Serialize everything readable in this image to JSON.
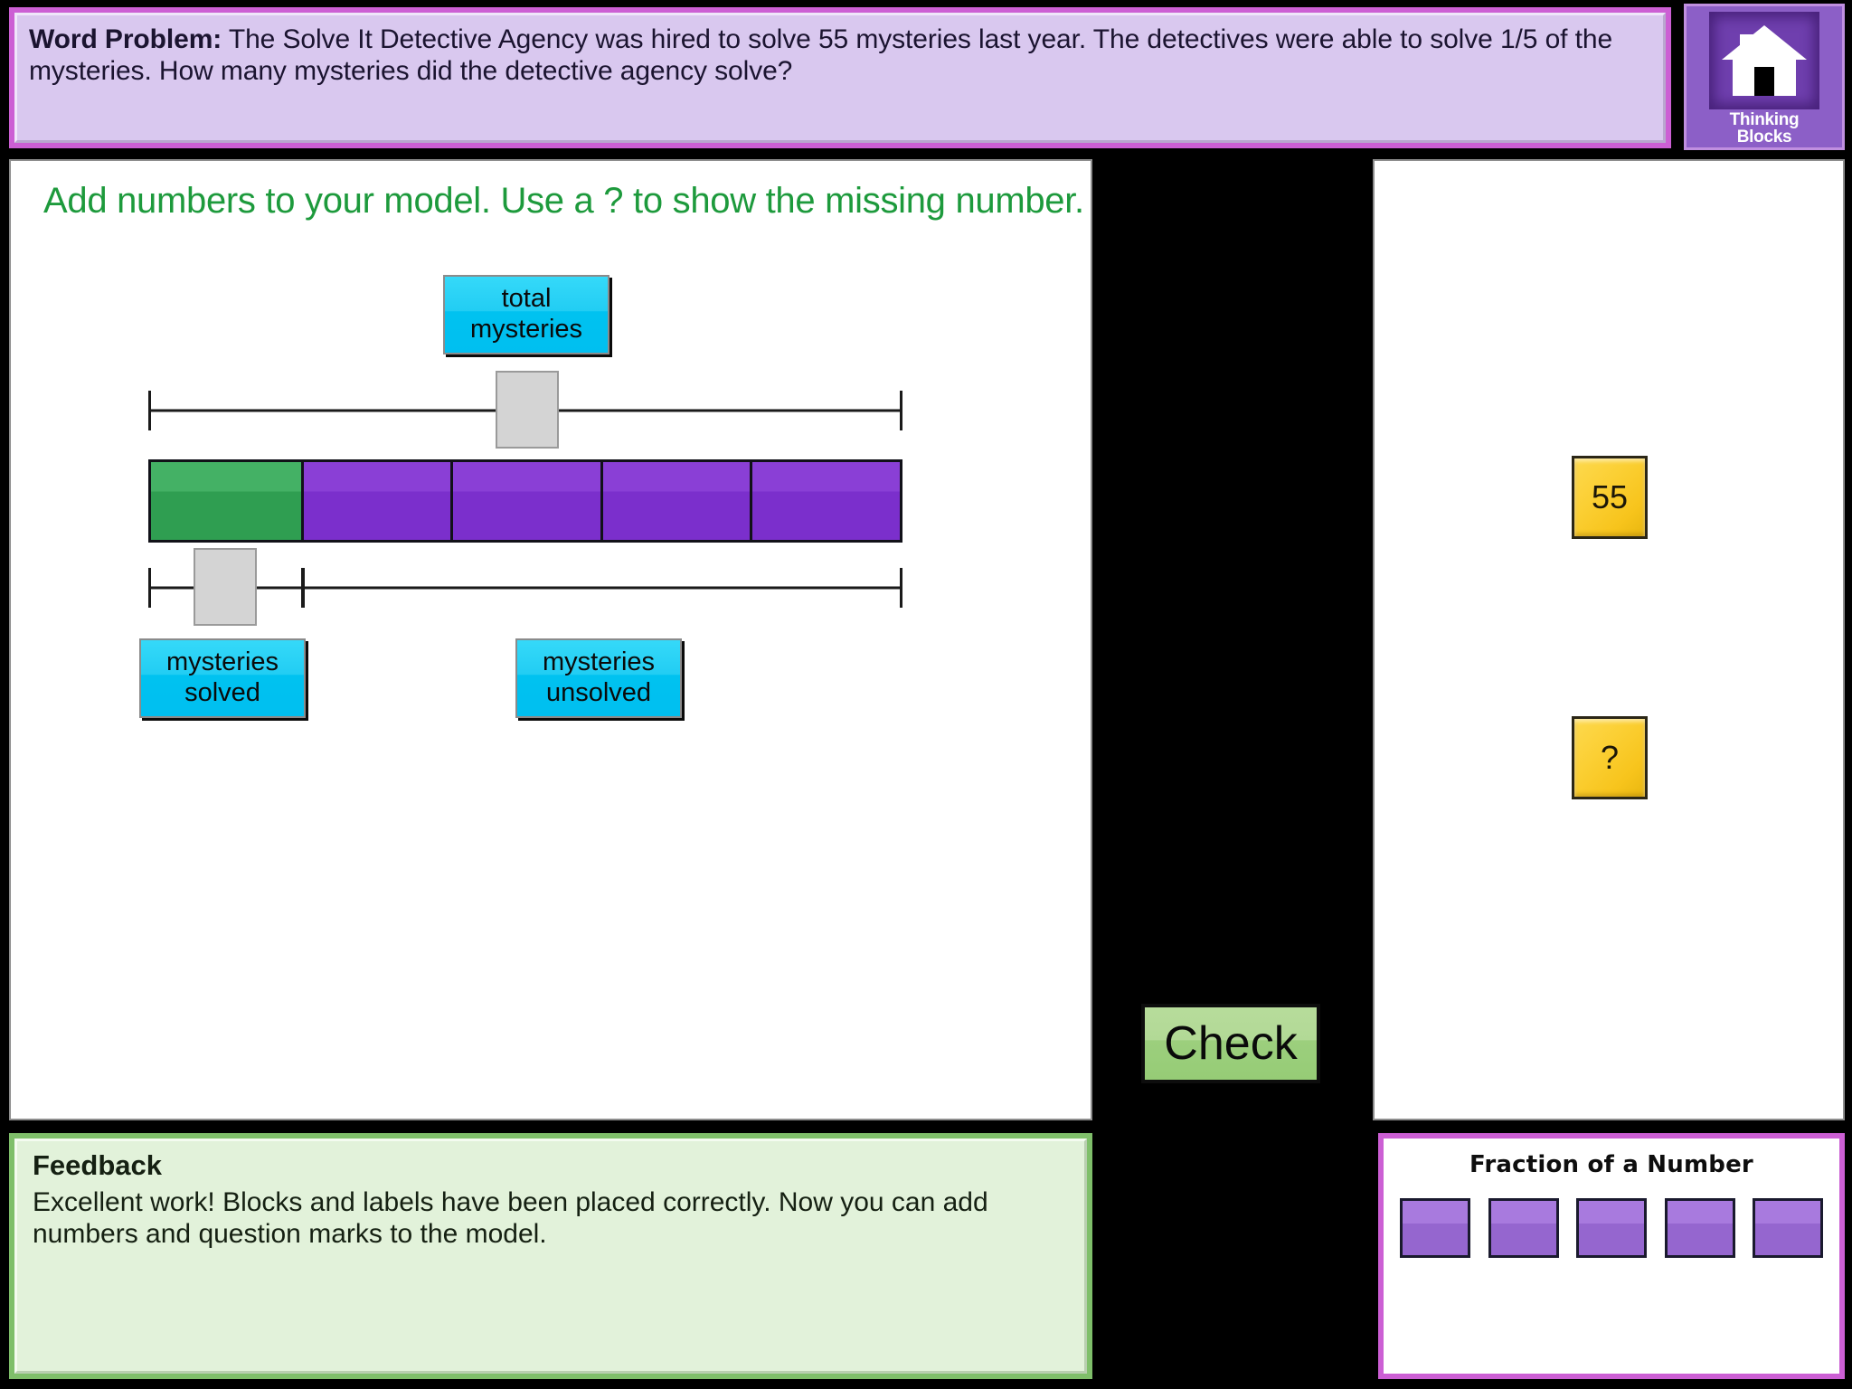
{
  "problem": {
    "label": "Word Problem:",
    "text": " The Solve It Detective Agency was hired to solve 55 mysteries last year. The detectives were able to solve 1/5 of the mysteries. How many mysteries did the detective agency solve?"
  },
  "logo": {
    "line1": "Thinking",
    "line2": "Blocks",
    "icon": "house-icon",
    "bg_color": "#8c5fc7"
  },
  "work": {
    "instruction": "Add numbers to your model. Use a ? to show the missing number.",
    "labels": {
      "total": "total\nmysteries",
      "total_line1": "total",
      "total_line2": "mysteries",
      "solved_line1": "mysteries",
      "solved_line2": "solved",
      "unsolved_line1": "mysteries",
      "unsolved_line2": "unsolved"
    },
    "inputs": {
      "total_value": "",
      "part_value": ""
    },
    "check_label": "Check"
  },
  "model": {
    "type": "bar",
    "total_parts": 5,
    "blocks": [
      {
        "color": "#2f9e51",
        "role": "mysteries-solved"
      },
      {
        "color": "#7b2fcc",
        "role": "mysteries-unsolved"
      },
      {
        "color": "#7b2fcc",
        "role": "mysteries-unsolved"
      },
      {
        "color": "#7b2fcc",
        "role": "mysteries-unsolved"
      },
      {
        "color": "#7b2fcc",
        "role": "mysteries-unsolved"
      }
    ],
    "top_bracket_spans": 5,
    "bottom_bracket_part_span": 1
  },
  "tray": {
    "tiles": [
      {
        "label": "55",
        "name": "number-tile-55"
      },
      {
        "label": "?",
        "name": "number-tile-question"
      }
    ]
  },
  "feedback": {
    "title": "Feedback",
    "message": "Excellent work! Blocks and labels have been placed correctly. Now you can add numbers and question marks to the model."
  },
  "topic": {
    "title": "Fraction of a Number",
    "square_count": 5,
    "square_color": "#9566cf",
    "border_color": "#cc5fd4"
  },
  "colors": {
    "accent_purple": "#cc5fd4",
    "problem_bg": "#d9c8ef",
    "instruction_green": "#1d9a3c",
    "feedback_bg": "#e2f2da",
    "feedback_border": "#7fbf6a",
    "label_tile": "#00bff0",
    "tray_tile": "#f7c41c",
    "check_bg": "#96cc76"
  }
}
